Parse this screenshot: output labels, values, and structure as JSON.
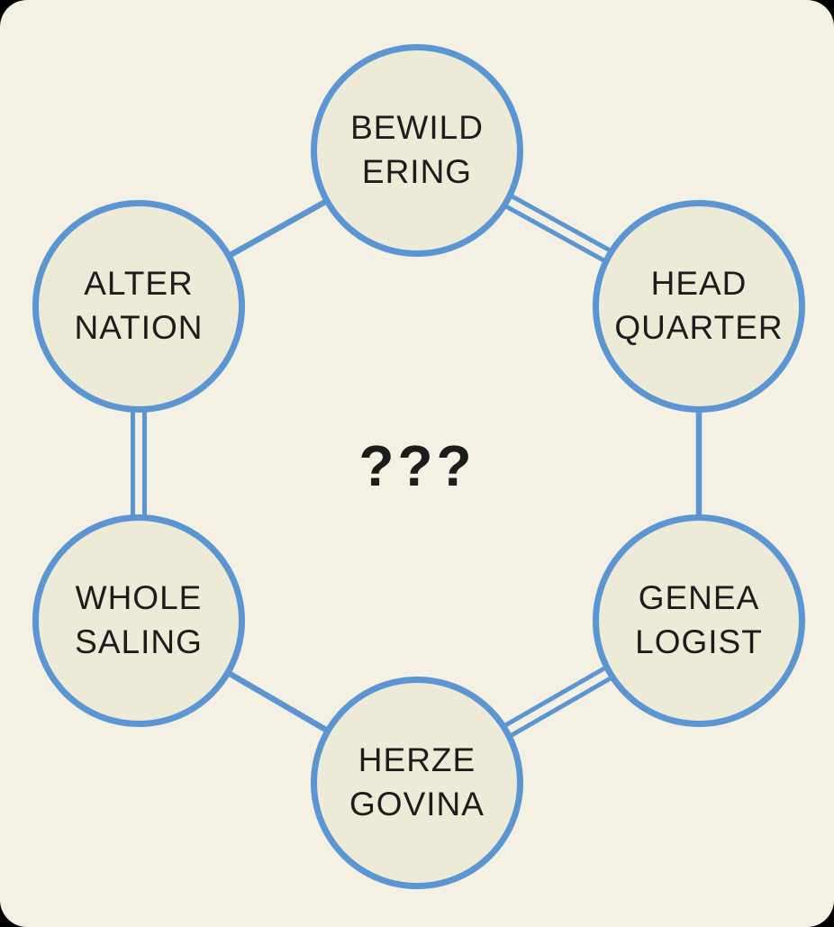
{
  "colors": {
    "outer": "#000000",
    "background": "#f4f0e4",
    "circle_fill": "#edead8",
    "line_blue": "#5b96d3",
    "text": "#1c1c1c"
  },
  "center": {
    "label": "???"
  },
  "nodes": [
    {
      "id": "bewildering",
      "lines": [
        "BEWILD",
        "ERING"
      ]
    },
    {
      "id": "headquarter",
      "lines": [
        "HEAD",
        "QUARTER"
      ]
    },
    {
      "id": "genealogist",
      "lines": [
        "GENEA",
        "LOGIST"
      ]
    },
    {
      "id": "herzegovina",
      "lines": [
        "HERZE",
        "GOVINA"
      ]
    },
    {
      "id": "wholesaling",
      "lines": [
        "WHOLE",
        "SALING"
      ]
    },
    {
      "id": "alternation",
      "lines": [
        "ALTER",
        "NATION"
      ]
    }
  ],
  "edges": [
    {
      "from": "alternation",
      "to": "bewildering",
      "style": "single"
    },
    {
      "from": "bewildering",
      "to": "headquarter",
      "style": "double"
    },
    {
      "from": "headquarter",
      "to": "genealogist",
      "style": "single"
    },
    {
      "from": "genealogist",
      "to": "herzegovina",
      "style": "double"
    },
    {
      "from": "herzegovina",
      "to": "wholesaling",
      "style": "single"
    },
    {
      "from": "wholesaling",
      "to": "alternation",
      "style": "double"
    }
  ]
}
